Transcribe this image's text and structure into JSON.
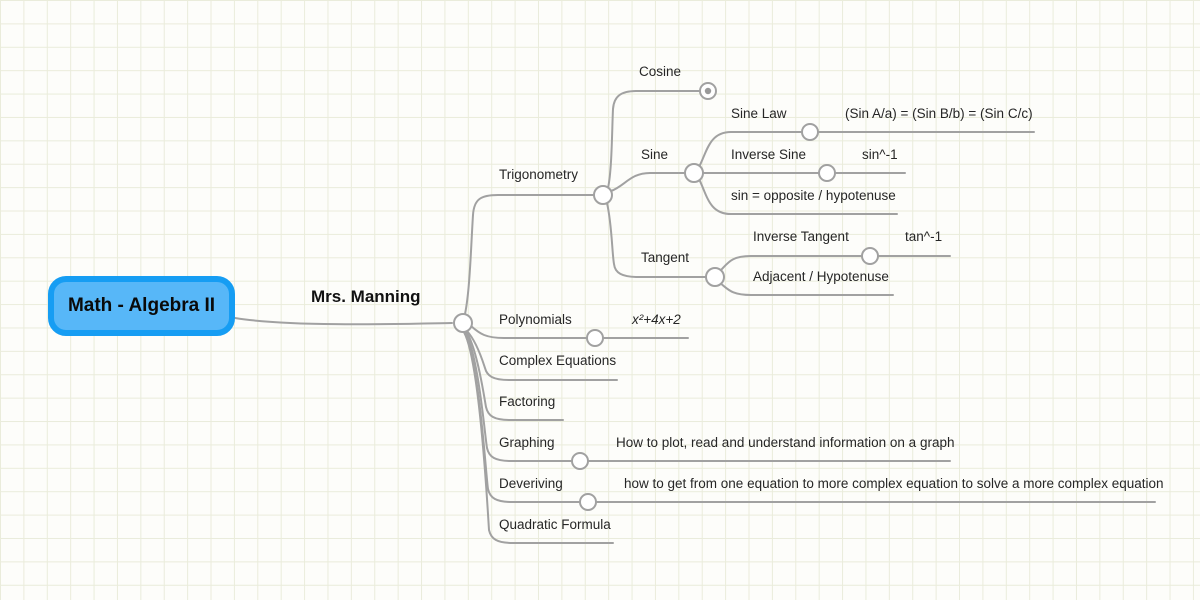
{
  "colors": {
    "canvas_bg": "#fdfdfa",
    "grid_line": "#eaecdb",
    "root_fill": "#57b7f8",
    "root_border": "#169df3",
    "connector": "#a1a1a1",
    "text": "#262626"
  },
  "mindmap": {
    "root_label": "Math - Algebra II",
    "teacher_label": "Mrs. Manning",
    "nodes": {
      "trigonometry": {
        "label": "Trigonometry",
        "children": {
          "cosine": {
            "label": "Cosine",
            "collapsed": true
          },
          "sine": {
            "label": "Sine",
            "children": {
              "sine_law": {
                "label": "Sine Law",
                "note": "(Sin A/a) = (Sin B/b) = (Sin C/c)"
              },
              "inverse_sine": {
                "label": "Inverse Sine",
                "note": "sin^-1"
              },
              "sin_ratio": {
                "label": "sin = opposite / hypotenuse"
              }
            }
          },
          "tangent": {
            "label": "Tangent",
            "children": {
              "inverse_tangent": {
                "label": "Inverse Tangent",
                "note": "tan^-1"
              },
              "adjacent_hypotenuse": {
                "label": "Adjacent / Hypotenuse"
              }
            }
          }
        }
      },
      "polynomials": {
        "label": "Polynomials",
        "note": "x²+4x+2"
      },
      "complex_equations": {
        "label": "Complex Equations"
      },
      "factoring": {
        "label": "Factoring"
      },
      "graphing": {
        "label": "Graphing",
        "note": "How to plot, read and understand information on a graph"
      },
      "deveriving": {
        "label": "Deveriving",
        "note": "how to get from one equation to more complex equation to solve a more complex equation"
      },
      "quadratic_formula": {
        "label": "Quadratic Formula"
      }
    }
  }
}
